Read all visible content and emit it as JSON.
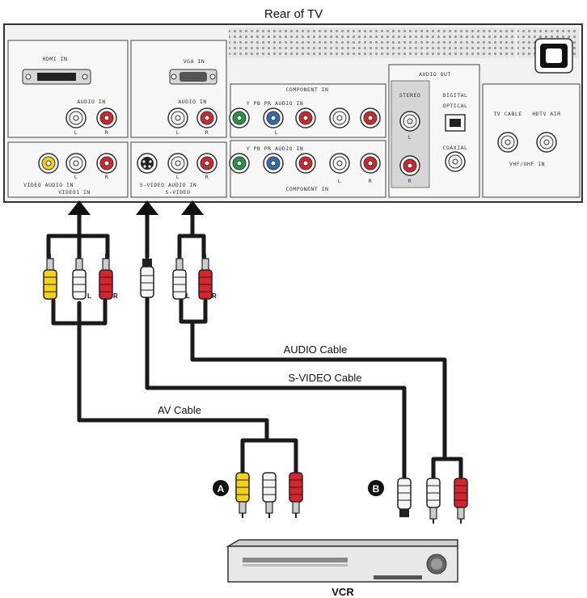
{
  "title": "Rear of TV",
  "panel": {
    "hdmi": "HDMI IN",
    "hdmi_audio": "AUDIO IN",
    "vga": "VGA IN",
    "vga_audio": "AUDIO IN",
    "component1": "COMPONENT IN",
    "component1_sub": "Y PB PR AUDIO IN",
    "component2_sub": "Y PB PR AUDIO IN",
    "component2": "COMPONENT IN",
    "audio_out": "AUDIO OUT",
    "stereo": "STEREO",
    "digital": "DIGITAL",
    "optical": "OPTICAL",
    "coaxial": "COAXIAL",
    "tv_cable": "TV CABLE",
    "hdtv_air": "HDTV AIR",
    "vhf_uhf": "VHF/UHF IN",
    "video_audio": "VIDEO AUDIO IN",
    "video1": "VIDEO1 IN",
    "svideo_audio": "S-VIDEO AUDIO IN",
    "svideo": "S-VIDEO",
    "l": "L",
    "r": "R"
  },
  "cables": {
    "audio": "AUDIO Cable",
    "svideo": "S-VIDEO Cable",
    "av": "AV Cable"
  },
  "plugs": {
    "l": "L",
    "r": "R"
  },
  "markers": {
    "a": "A",
    "b": "B"
  },
  "device": "VCR",
  "colors": {
    "yellow": "#f2d21b",
    "red": "#d8242c",
    "white": "#f4f4f4",
    "green": "#1f9a48",
    "blue": "#2b6fb8",
    "cable": "#1a1a1a"
  }
}
